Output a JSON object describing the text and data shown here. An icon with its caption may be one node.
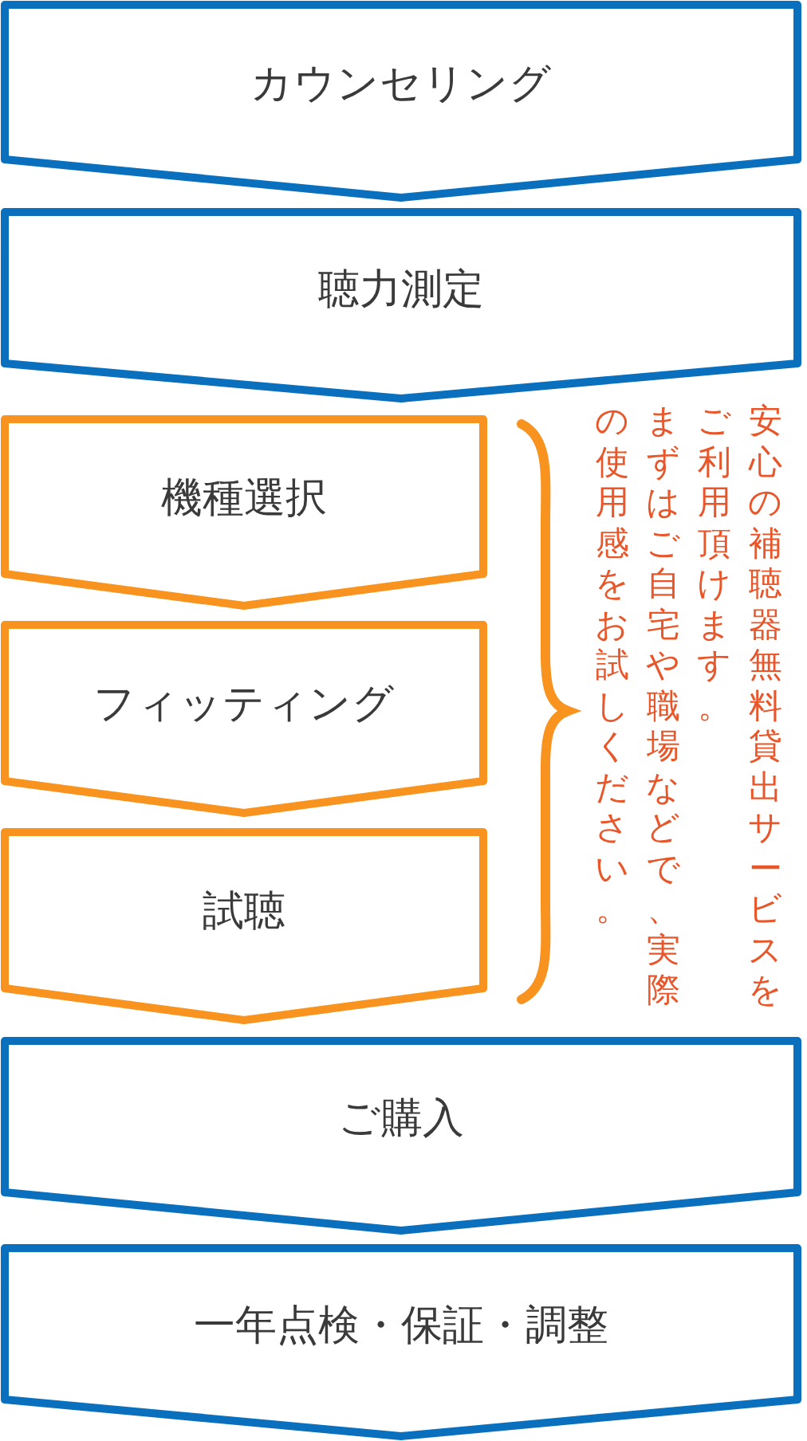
{
  "diagram": {
    "nodes": [
      {
        "text": [
          "カウンセリング"
        ]
      },
      {
        "text": [
          "聴力測定"
        ]
      },
      {
        "text": [
          "機種選択"
        ]
      },
      {
        "text": [
          "フィッティング"
        ]
      },
      {
        "text": [
          "試聴"
        ]
      },
      {
        "text": [
          "ご購入"
        ]
      },
      {
        "text": [
          "一年点検・保証・調整"
        ]
      }
    ],
    "labels": [
      "安心の補聴器無料貸出サービスをご利用頂けます。",
      "まずはご自宅や職場などで、実際の使用感をお試しください。"
    ]
  }
}
